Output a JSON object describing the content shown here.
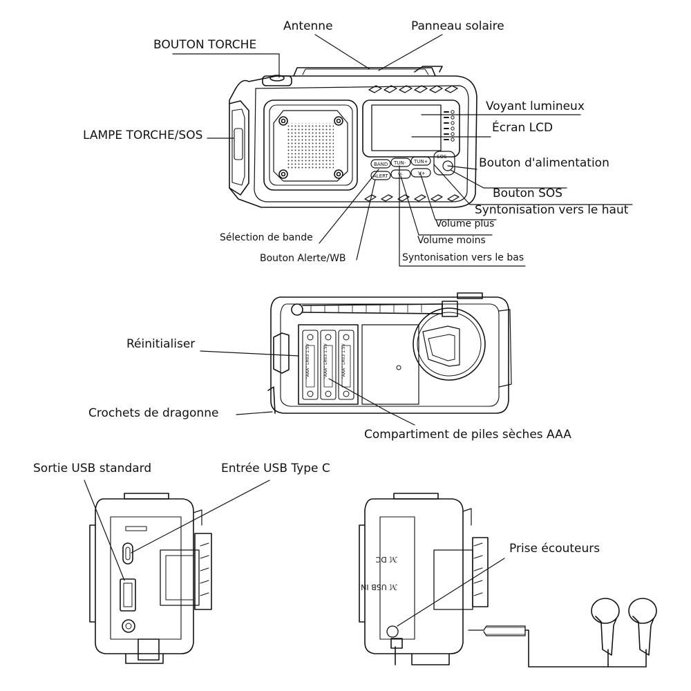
{
  "labels": {
    "antenne": "Antenne",
    "panneau_solaire": "Panneau solaire",
    "bouton_torche": "BOUTON TORCHE",
    "voyant_lumineux": "Voyant lumineux",
    "lampe_torche_sos": "LAMPE TORCHE/SOS",
    "ecran_lcd": "Écran LCD",
    "bouton_alimentation": "Bouton d'alimentation",
    "bouton_sos": "Bouton SOS",
    "syntonisation_haut": "Syntonisation vers le haut",
    "volume_plus": "Volume plus",
    "selection_bande": "Sélection de bande",
    "volume_moins": "Volume moins",
    "bouton_alerte": "Bouton Alerte/WB",
    "syntonisation_bas": "Syntonisation vers le bas",
    "reinitialiser": "Réinitialiser",
    "crochets_dragonne": "Crochets de dragonne",
    "compartiment_piles": "Compartiment de piles sèches AAA",
    "sortie_usb": "Sortie USB standard",
    "entree_usb_c": "Entrée USB Type C",
    "prise_ecouteurs": "Prise écouteurs"
  },
  "device_text": {
    "band": "BAND",
    "alert": "ALERT",
    "tun_minus": "TUN-",
    "tun_plus": "TUN+",
    "v_minus": "V-",
    "v_plus": "V+",
    "sos": "SOS",
    "battery": "\"AAA\" LR03 1.5V"
  }
}
